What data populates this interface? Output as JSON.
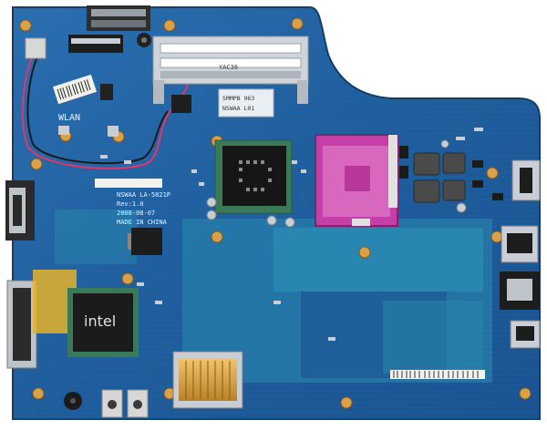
{
  "silkscreen": {
    "wlan": "WLAN",
    "model": "NSWAA  LA-5821P",
    "rev": "Rev:1.0",
    "date": "2008-08-07",
    "origin": "MADE IN CHINA",
    "ram_label": "YAC36",
    "sticker_top": "SMMPB 963",
    "sticker_sub": "NSWAA L01",
    "chip_brand": "intel"
  },
  "colors": {
    "board": "#1f5d9c",
    "board_dark": "#174a83",
    "cyan_zone": "#2b8fb0",
    "gold": "#d4a037",
    "cpu_socket": "#c63fa8",
    "chip": "#1d1d1d",
    "steel": "#c9ced6"
  }
}
